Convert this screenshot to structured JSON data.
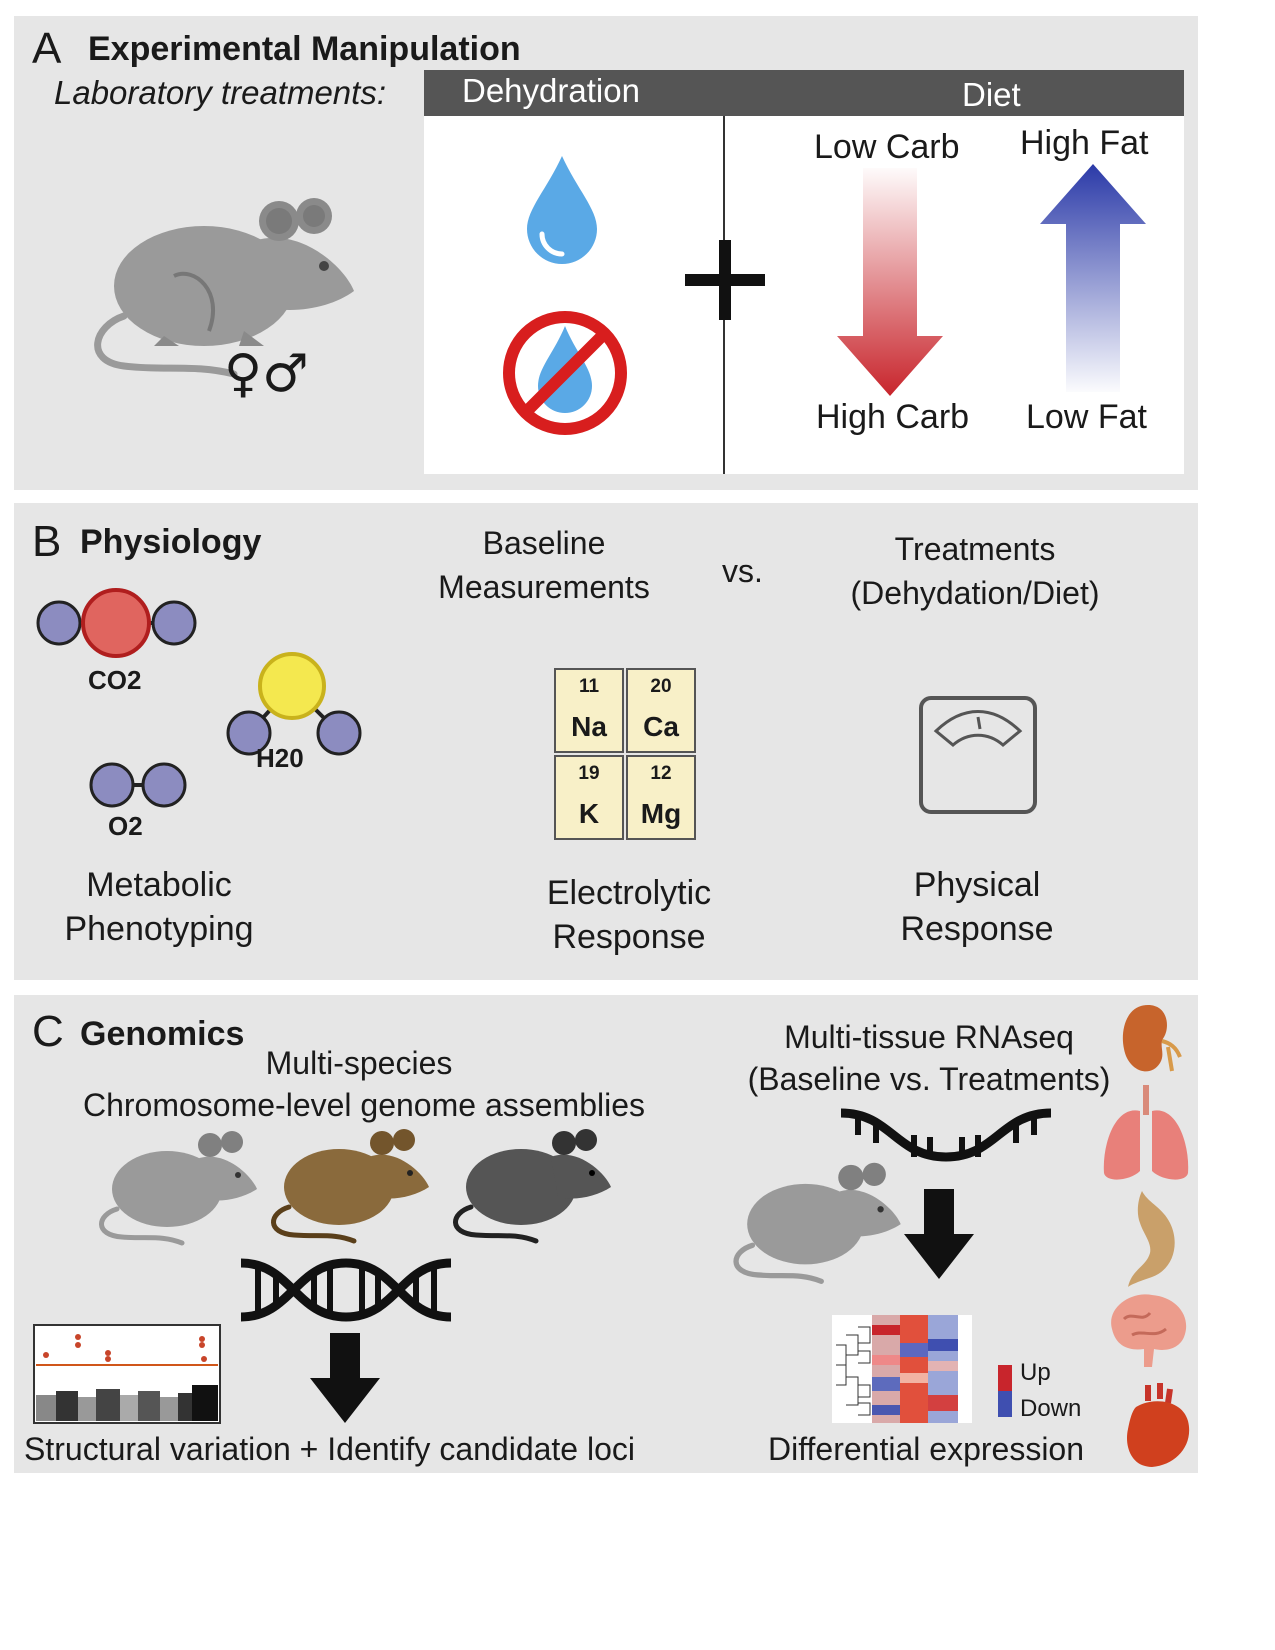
{
  "panel_a": {
    "letter": "A",
    "title": "Experimental Manipulation",
    "treatments_label": "Laboratory treatments:",
    "col_dehydration": "Dehydration",
    "col_diet": "Diet",
    "low_carb": "Low Carb",
    "high_carb": "High Carb",
    "high_fat": "High Fat",
    "low_fat": "Low Fat",
    "sex_symbols": "♀♂"
  },
  "panel_b": {
    "letter": "B",
    "title": "Physiology",
    "baseline": "Baseline Measurements",
    "vs": "vs.",
    "treatments": "Treatments (Dehydation/Diet)",
    "molecules": {
      "co2": "CO2",
      "h2o": "H20",
      "o2": "O2"
    },
    "metabolic": "Metabolic Phenotyping",
    "electrolytic": "Electrolytic Response",
    "physical": "Physical Response",
    "elements": [
      {
        "num": "11",
        "sym": "Na"
      },
      {
        "num": "20",
        "sym": "Ca"
      },
      {
        "num": "19",
        "sym": "K"
      },
      {
        "num": "12",
        "sym": "Mg"
      }
    ]
  },
  "panel_c": {
    "letter": "C",
    "title": "Genomics",
    "multi_species": "Multi-species",
    "assemblies": "Chromosome-level genome assemblies",
    "structural": "Structural variation + Identify candidate loci",
    "rnaseq_line1": "Multi-tissue RNAseq",
    "rnaseq_line2": "(Baseline vs. Treatments)",
    "diff_expr": "Differential expression",
    "legend_up": "Up",
    "legend_down": "Down"
  },
  "colors": {
    "panel_bg": "#e6e6e6",
    "header_bar": "#555555",
    "water_blue": "#5aa9e6",
    "no_red": "#d81e1e",
    "carb_red": "#c8252c",
    "fat_blue": "#2b3aa8",
    "mouse_gray": "#9a9a9a",
    "mouse_brown": "#8a6a3c",
    "mouse_dark": "#555555"
  }
}
